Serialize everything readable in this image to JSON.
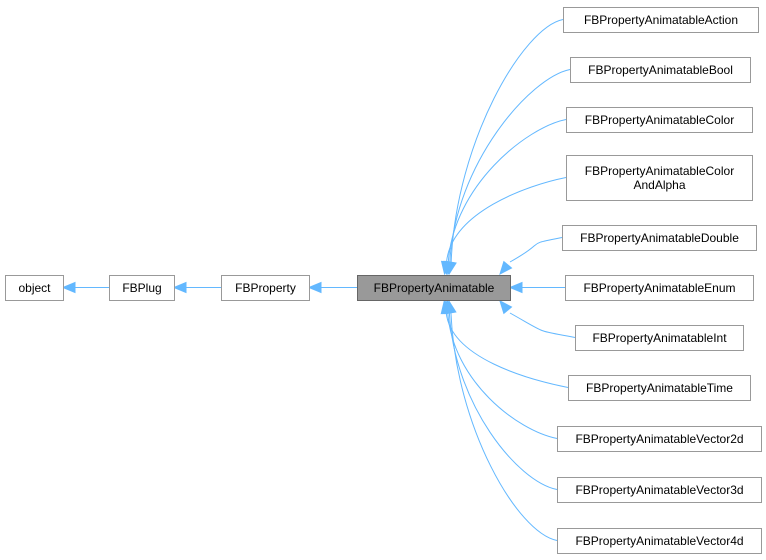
{
  "diagram": {
    "type": "inheritance-graph",
    "edge_color": "#63b8ff",
    "node_border_color": "#999999",
    "current_node_fill": "#999999",
    "nodes": [
      {
        "id": "object",
        "label": [
          "object"
        ],
        "current": false
      },
      {
        "id": "FBPlug",
        "label": [
          "FBPlug"
        ],
        "current": false
      },
      {
        "id": "FBProperty",
        "label": [
          "FBProperty"
        ],
        "current": false
      },
      {
        "id": "FBPropertyAnimatable",
        "label": [
          "FBPropertyAnimatable"
        ],
        "current": true
      },
      {
        "id": "FBPropertyAnimatableAction",
        "label": [
          "FBPropertyAnimatableAction"
        ],
        "current": false
      },
      {
        "id": "FBPropertyAnimatableBool",
        "label": [
          "FBPropertyAnimatableBool"
        ],
        "current": false
      },
      {
        "id": "FBPropertyAnimatableColor",
        "label": [
          "FBPropertyAnimatableColor"
        ],
        "current": false
      },
      {
        "id": "FBPropertyAnimatableColorAndAlpha",
        "label": [
          "FBPropertyAnimatableColor",
          "AndAlpha"
        ],
        "current": false
      },
      {
        "id": "FBPropertyAnimatableDouble",
        "label": [
          "FBPropertyAnimatableDouble"
        ],
        "current": false
      },
      {
        "id": "FBPropertyAnimatableEnum",
        "label": [
          "FBPropertyAnimatableEnum"
        ],
        "current": false
      },
      {
        "id": "FBPropertyAnimatableInt",
        "label": [
          "FBPropertyAnimatableInt"
        ],
        "current": false
      },
      {
        "id": "FBPropertyAnimatableTime",
        "label": [
          "FBPropertyAnimatableTime"
        ],
        "current": false
      },
      {
        "id": "FBPropertyAnimatableVector2d",
        "label": [
          "FBPropertyAnimatableVector2d"
        ],
        "current": false
      },
      {
        "id": "FBPropertyAnimatableVector3d",
        "label": [
          "FBPropertyAnimatableVector3d"
        ],
        "current": false
      },
      {
        "id": "FBPropertyAnimatableVector4d",
        "label": [
          "FBPropertyAnimatableVector4d"
        ],
        "current": false
      }
    ],
    "edges": [
      {
        "from": "FBPlug",
        "to": "object"
      },
      {
        "from": "FBProperty",
        "to": "FBPlug"
      },
      {
        "from": "FBPropertyAnimatable",
        "to": "FBProperty"
      },
      {
        "from": "FBPropertyAnimatableAction",
        "to": "FBPropertyAnimatable"
      },
      {
        "from": "FBPropertyAnimatableBool",
        "to": "FBPropertyAnimatable"
      },
      {
        "from": "FBPropertyAnimatableColor",
        "to": "FBPropertyAnimatable"
      },
      {
        "from": "FBPropertyAnimatableColorAndAlpha",
        "to": "FBPropertyAnimatable"
      },
      {
        "from": "FBPropertyAnimatableDouble",
        "to": "FBPropertyAnimatable"
      },
      {
        "from": "FBPropertyAnimatableEnum",
        "to": "FBPropertyAnimatable"
      },
      {
        "from": "FBPropertyAnimatableInt",
        "to": "FBPropertyAnimatable"
      },
      {
        "from": "FBPropertyAnimatableTime",
        "to": "FBPropertyAnimatable"
      },
      {
        "from": "FBPropertyAnimatableVector2d",
        "to": "FBPropertyAnimatable"
      },
      {
        "from": "FBPropertyAnimatableVector3d",
        "to": "FBPropertyAnimatable"
      },
      {
        "from": "FBPropertyAnimatableVector4d",
        "to": "FBPropertyAnimatable"
      }
    ]
  }
}
